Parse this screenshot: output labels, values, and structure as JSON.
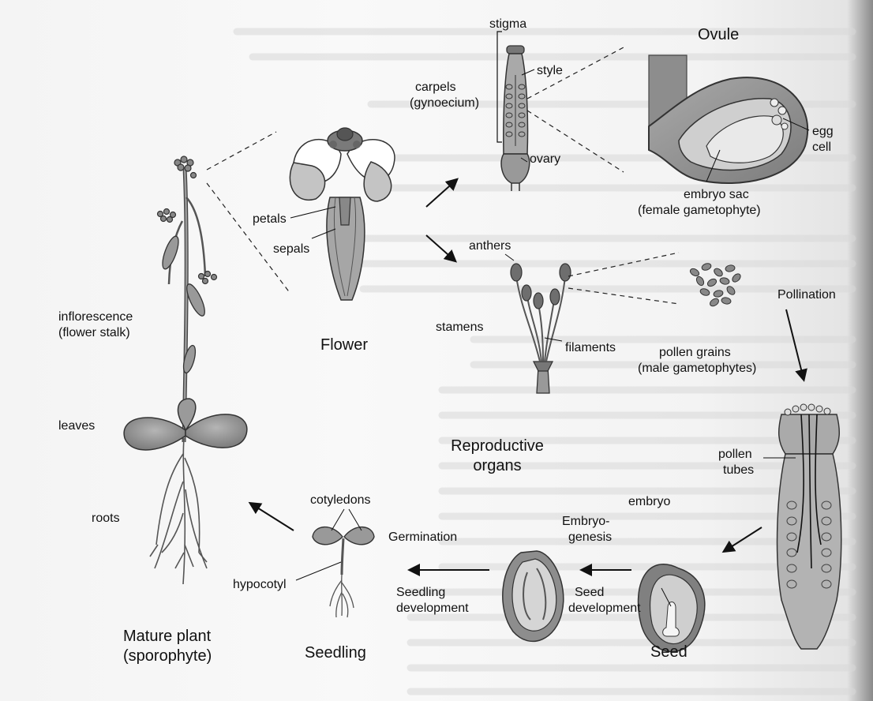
{
  "mature_plant": {
    "inflorescence": "inflorescence",
    "inflorescence_sub": "(flower stalk)",
    "leaves": "leaves",
    "roots": "roots",
    "title": "Mature plant",
    "title_sub": "(sporophyte)"
  },
  "flower": {
    "petals": "petals",
    "sepals": "sepals",
    "title": "Flower"
  },
  "carpel": {
    "stigma": "stigma",
    "style": "style",
    "carpels": "carpels",
    "carpels_sub": "(gynoecium)",
    "ovary": "ovary"
  },
  "ovule": {
    "title": "Ovule",
    "egg": "egg",
    "egg_sub": "cell",
    "embryo_sac": "embryo sac",
    "embryo_sac_sub": "(female gametophyte)"
  },
  "stamen": {
    "anthers": "anthers",
    "stamens": "stamens",
    "filaments": "filaments"
  },
  "reproductive": {
    "title": "Reproductive",
    "title_sub": "organs"
  },
  "pollen": {
    "pollination": "Pollination",
    "grains": "pollen grains",
    "grains_sub": "(male gametophytes)",
    "tubes": "pollen",
    "tubes_sub": "tubes"
  },
  "seed": {
    "embryo": "embryo",
    "embryogenesis": "Embryo-",
    "embryogenesis_sub": "genesis",
    "seed_dev": "Seed",
    "seed_dev_sub": "development",
    "title": "Seed"
  },
  "seedling": {
    "cotyledons": "cotyledons",
    "germination": "Germination",
    "hypocotyl": "hypocotyl",
    "dev": "Seedling",
    "dev_sub": "development",
    "title": "Seedling"
  }
}
